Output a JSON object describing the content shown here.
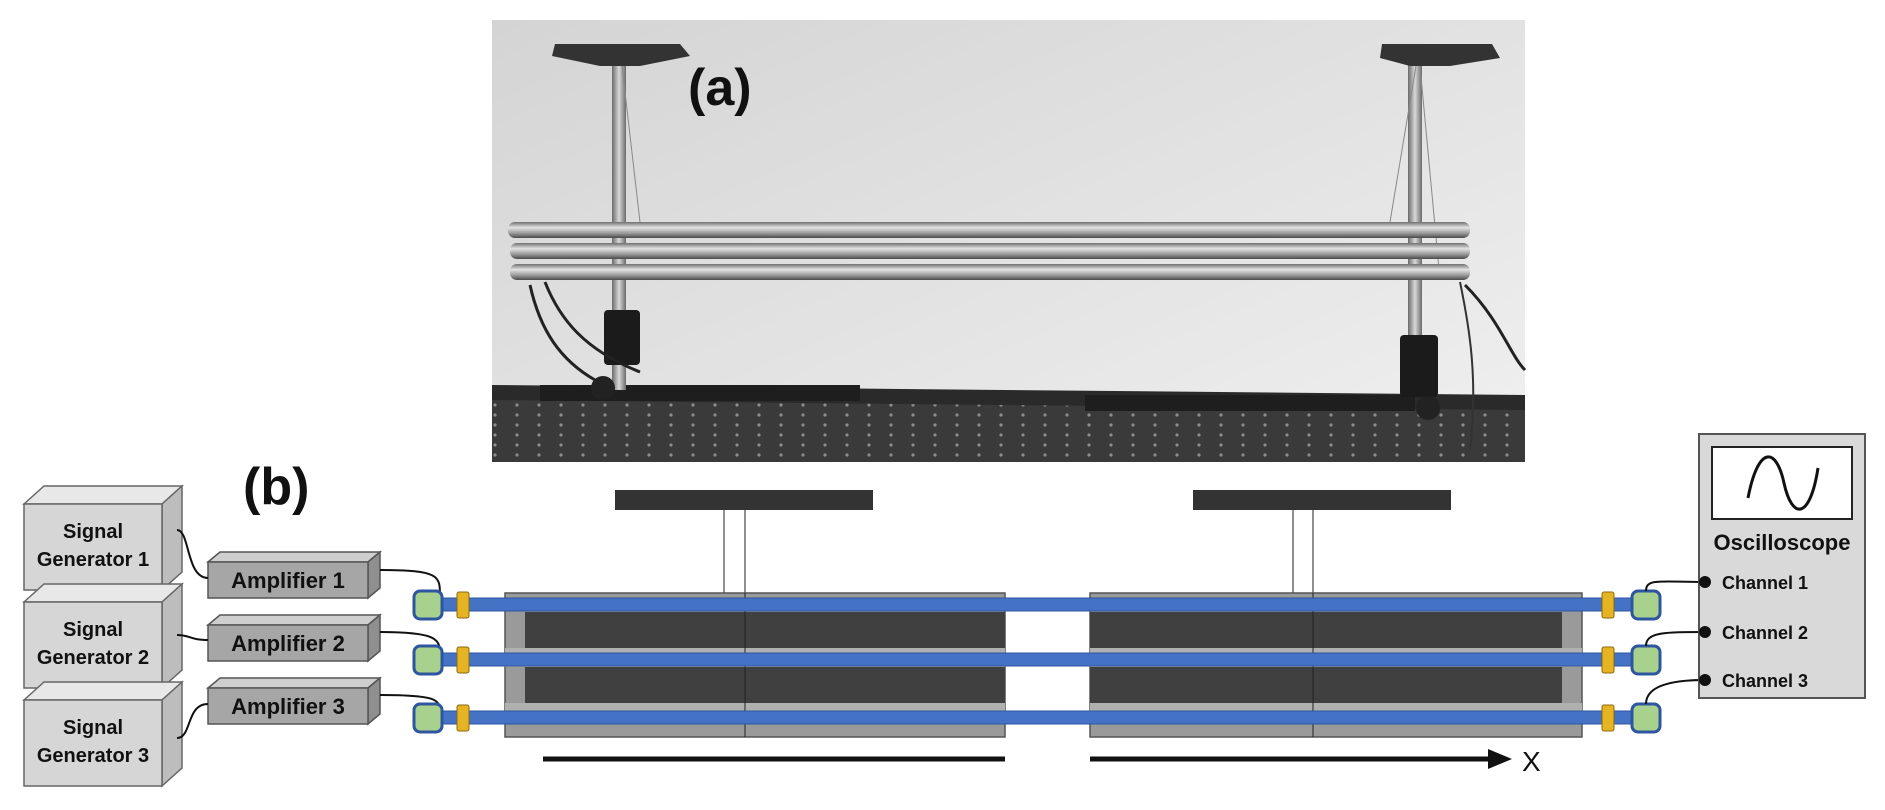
{
  "labels": {
    "panel_a": "(a)",
    "panel_b": "(b)",
    "axis_x": "X"
  },
  "signal_generators": [
    {
      "line1": "Signal",
      "line2": "Generator 1"
    },
    {
      "line1": "Signal",
      "line2": "Generator 2"
    },
    {
      "line1": "Signal",
      "line2": "Generator 3"
    }
  ],
  "amplifiers": [
    "Amplifier 1",
    "Amplifier 2",
    "Amplifier 3"
  ],
  "oscilloscope": {
    "title": "Oscilloscope",
    "channels": [
      "Channel 1",
      "Channel 2",
      "Channel 3"
    ]
  },
  "colors": {
    "rod": "#4472c4",
    "rod_edge": "#2e56a0",
    "transducer": "#a9d18e",
    "nut": "#e6b422",
    "dark_block": "#404040",
    "box_face": "#d6d6d6",
    "box_side": "#bdbdbd",
    "box_top": "#e8e8e8",
    "amp_face": "#a6a6a6"
  }
}
